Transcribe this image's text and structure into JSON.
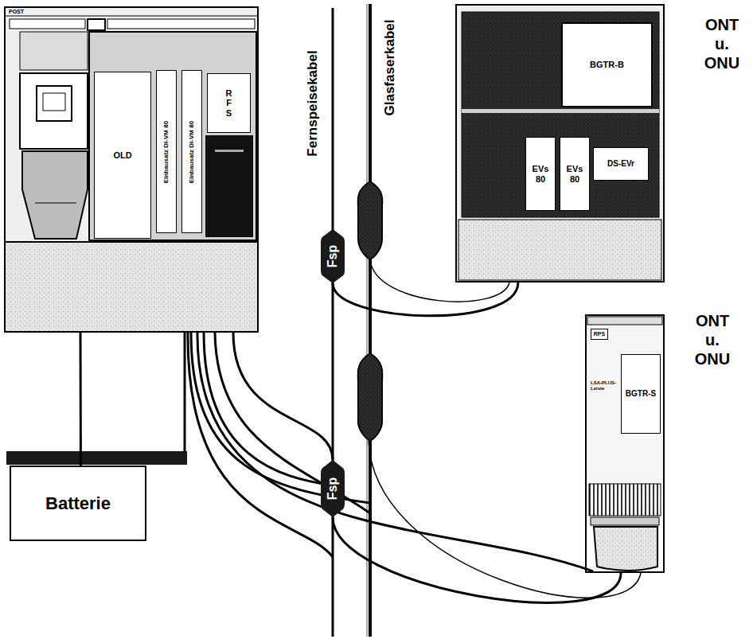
{
  "diagram": {
    "nodes": [
      {
        "text": [
          "POST"
        ]
      },
      {
        "text": [
          "OLD"
        ],
        "in": 0
      },
      {
        "text": [
          "Einbausatz DI-VM 80"
        ],
        "in": 0
      },
      {
        "text": [
          "Einbausatz DI-VM 80"
        ],
        "in": 0
      },
      {
        "text": [
          "R F S"
        ],
        "in": 0
      },
      {
        "text": [
          "Batterie"
        ]
      },
      {
        "text": [
          "ONT u. ONU"
        ]
      },
      {
        "text": [
          "BGTR-B"
        ],
        "in": 6
      },
      {
        "text": [
          "DS-EVr"
        ],
        "in": 6
      },
      {
        "text": [
          "EVs 80"
        ],
        "in": 6
      },
      {
        "text": [
          "EVs 80"
        ],
        "in": 6
      },
      {
        "text": [
          "ONT u. ONU"
        ]
      },
      {
        "text": [
          "RPS"
        ],
        "in": 11
      },
      {
        "text": [
          "BGTR-S"
        ],
        "in": 11
      },
      {
        "text": [
          "Fsp"
        ]
      },
      {
        "text": [
          "Fsp"
        ]
      }
    ],
    "edges": [
      {
        "from": 0,
        "to": 5,
        "arrow": "none"
      },
      {
        "from": 14,
        "to": 6,
        "arrow": "none"
      },
      {
        "from": 15,
        "to": 11,
        "arrow": "none"
      },
      {
        "from": 0,
        "to": 15,
        "arrow": "none"
      }
    ],
    "labels": [
      "Fernspeisekabel",
      "Glasfaserkabel",
      "LSA-PLUS-Leiste"
    ]
  }
}
